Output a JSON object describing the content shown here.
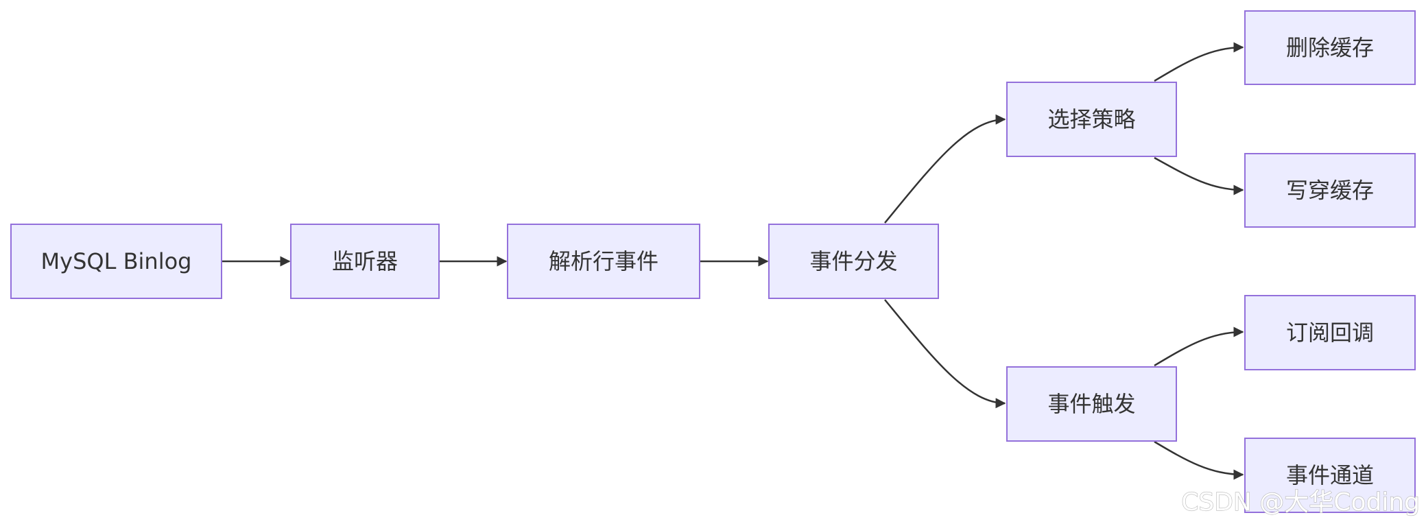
{
  "diagram": {
    "nodes": {
      "mysql_binlog": "MySQL Binlog",
      "listener": "监听器",
      "parse_row_event": "解析行事件",
      "event_dispatch": "事件分发",
      "select_strategy": "选择策略",
      "event_trigger": "事件触发",
      "delete_cache": "删除缓存",
      "write_through_cache": "写穿缓存",
      "subscribe_callback": "订阅回调",
      "event_channel": "事件通道"
    },
    "edges": [
      [
        "mysql_binlog",
        "listener"
      ],
      [
        "listener",
        "parse_row_event"
      ],
      [
        "parse_row_event",
        "event_dispatch"
      ],
      [
        "event_dispatch",
        "select_strategy"
      ],
      [
        "event_dispatch",
        "event_trigger"
      ],
      [
        "select_strategy",
        "delete_cache"
      ],
      [
        "select_strategy",
        "write_through_cache"
      ],
      [
        "event_trigger",
        "subscribe_callback"
      ],
      [
        "event_trigger",
        "event_channel"
      ]
    ]
  },
  "watermark": "CSDN @大华Coding",
  "colors": {
    "node_fill": "#ECECFF",
    "node_stroke": "#9370DB",
    "edge": "#333333",
    "text": "#333333"
  }
}
